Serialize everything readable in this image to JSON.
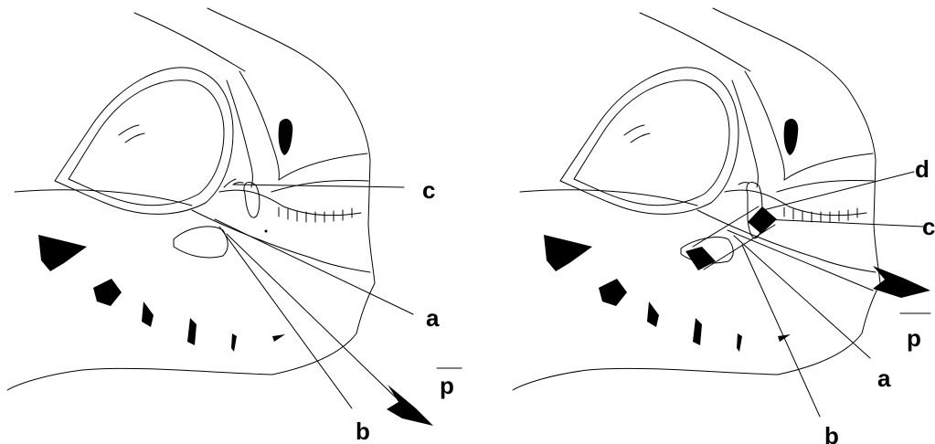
{
  "left_panel": {
    "labels": {
      "a": "a",
      "b": "b",
      "c": "c",
      "p": "p"
    }
  },
  "right_panel": {
    "labels": {
      "a": "a",
      "b": "b",
      "c": "c",
      "d": "d",
      "p": "p"
    }
  }
}
